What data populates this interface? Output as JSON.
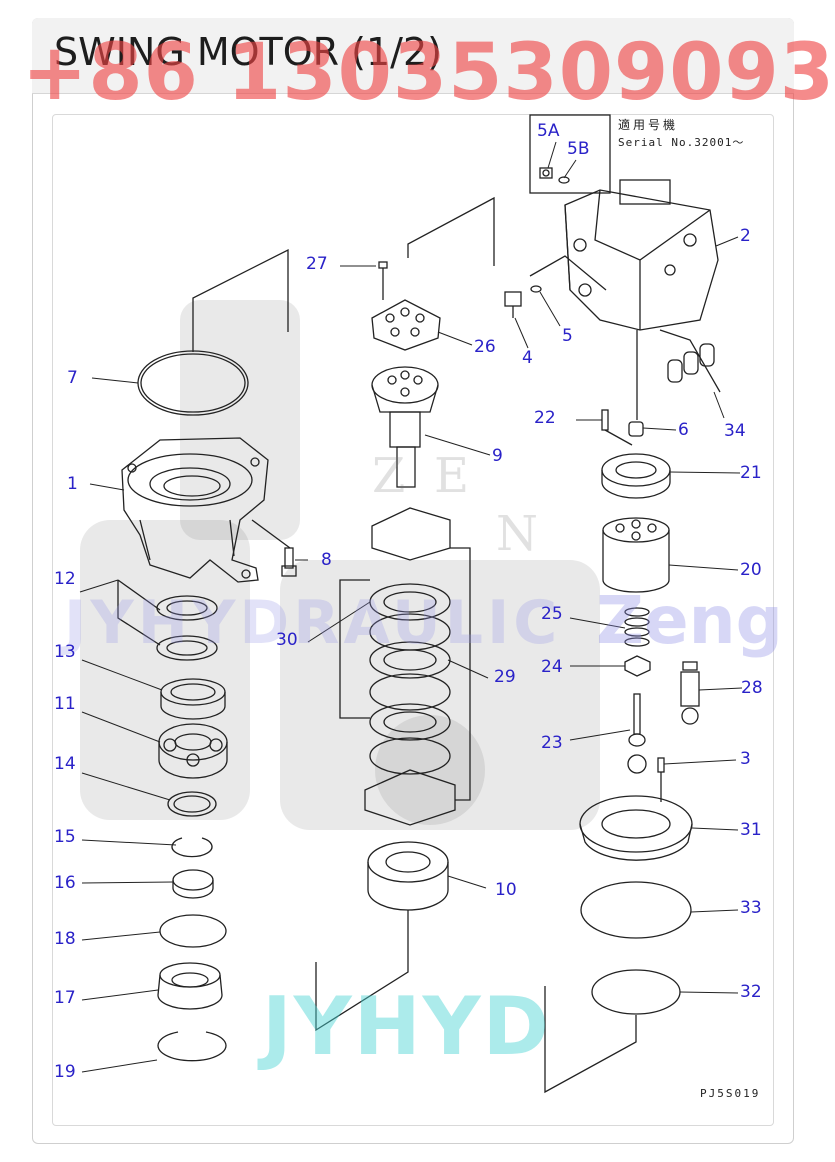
{
  "page": {
    "title": "SWING MOTOR (1/2)",
    "phone_watermark": "+86 13035309093"
  },
  "diagram": {
    "applicable_header": "適用号機",
    "serial": "Serial No.32001～",
    "drawing_code": "PJ5S019",
    "callouts": {
      "c1": "1",
      "c2": "2",
      "c3": "3",
      "c4": "4",
      "c5": "5",
      "c5a": "5A",
      "c5b": "5B",
      "c6": "6",
      "c7": "7",
      "c8": "8",
      "c9": "9",
      "c10": "10",
      "c11": "11",
      "c12": "12",
      "c13": "13",
      "c14": "14",
      "c15": "15",
      "c16": "16",
      "c17": "17",
      "c18": "18",
      "c19": "19",
      "c20": "20",
      "c21": "21",
      "c22": "22",
      "c23": "23",
      "c24": "24",
      "c25": "25",
      "c26": "26",
      "c27": "27",
      "c28": "28",
      "c29": "29",
      "c30": "30",
      "c31": "31",
      "c32": "32",
      "c33": "33",
      "c34": "34"
    }
  },
  "watermarks": {
    "brand": "JYHYD",
    "brand_long": "JYHYDRAULIC",
    "zeng": "Zeng",
    "z": "Z",
    "e": "E",
    "n": "N"
  },
  "colors": {
    "callout": "#2a22c8",
    "phone": "#ef4444",
    "brand": "#48d2d2"
  }
}
